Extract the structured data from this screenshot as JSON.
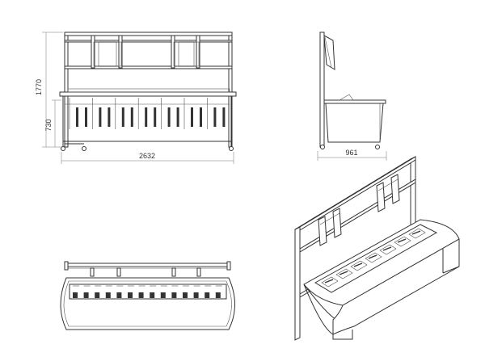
{
  "front_view": {
    "height_total": "1770",
    "height_desk": "730",
    "width": "2632"
  },
  "side_view": {
    "depth": "961"
  },
  "colors": {
    "line": "#333333",
    "dimension_line": "#777777",
    "slot_fill": "#333333",
    "background": "#ffffff"
  }
}
